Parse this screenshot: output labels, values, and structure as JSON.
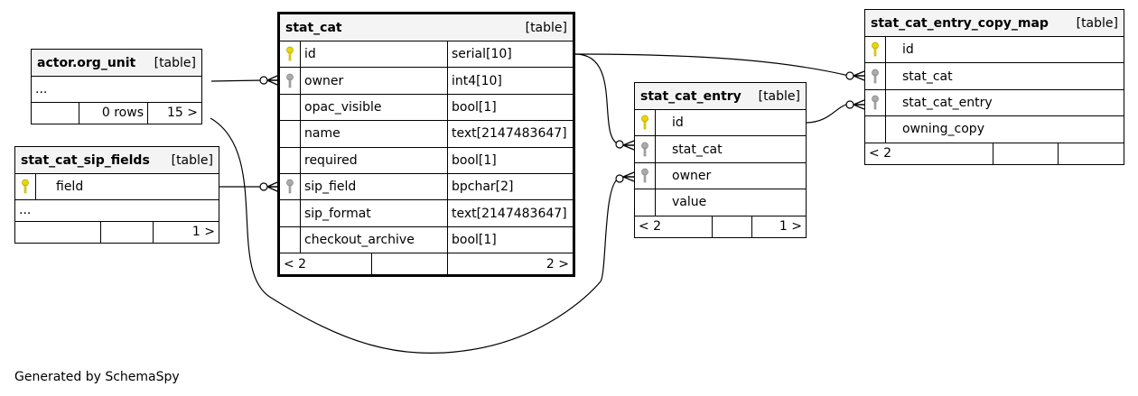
{
  "tables": {
    "actor_org_unit": {
      "name": "actor.org_unit",
      "tag": "[table]",
      "ellipsis": "...",
      "footer": [
        "",
        "0 rows",
        "15 >"
      ]
    },
    "stat_cat_sip_fields": {
      "name": "stat_cat_sip_fields",
      "tag": "[table]",
      "columns": [
        {
          "name": "field",
          "key": "primary"
        }
      ],
      "ellipsis": "...",
      "footer": [
        "",
        "",
        "1 >"
      ]
    },
    "stat_cat": {
      "name": "stat_cat",
      "tag": "[table]",
      "columns": [
        {
          "name": "id",
          "type": "serial[10]",
          "key": "primary"
        },
        {
          "name": "owner",
          "type": "int4[10]",
          "key": "foreign"
        },
        {
          "name": "opac_visible",
          "type": "bool[1]",
          "key": ""
        },
        {
          "name": "name",
          "type": "text[2147483647]",
          "key": ""
        },
        {
          "name": "required",
          "type": "bool[1]",
          "key": ""
        },
        {
          "name": "sip_field",
          "type": "bpchar[2]",
          "key": "foreign"
        },
        {
          "name": "sip_format",
          "type": "text[2147483647]",
          "key": ""
        },
        {
          "name": "checkout_archive",
          "type": "bool[1]",
          "key": ""
        }
      ],
      "footer": [
        "< 2",
        "",
        "2 >"
      ]
    },
    "stat_cat_entry": {
      "name": "stat_cat_entry",
      "tag": "[table]",
      "columns": [
        {
          "name": "id",
          "key": "primary"
        },
        {
          "name": "stat_cat",
          "key": "foreign"
        },
        {
          "name": "owner",
          "key": "foreign"
        },
        {
          "name": "value",
          "key": ""
        }
      ],
      "footer": [
        "< 2",
        "",
        "1 >"
      ]
    },
    "stat_cat_entry_copy_map": {
      "name": "stat_cat_entry_copy_map",
      "tag": "[table]",
      "columns": [
        {
          "name": "id",
          "key": "primary"
        },
        {
          "name": "stat_cat",
          "key": "foreign"
        },
        {
          "name": "stat_cat_entry",
          "key": "foreign"
        },
        {
          "name": "owning_copy",
          "key": ""
        }
      ],
      "footer": [
        "< 2",
        "",
        ""
      ]
    }
  },
  "colors": {
    "primary_key": "#e8d800",
    "foreign_key": "#aaaaaa",
    "header_bg": "#f4f4f4"
  },
  "generated_by": "Generated by SchemaSpy"
}
